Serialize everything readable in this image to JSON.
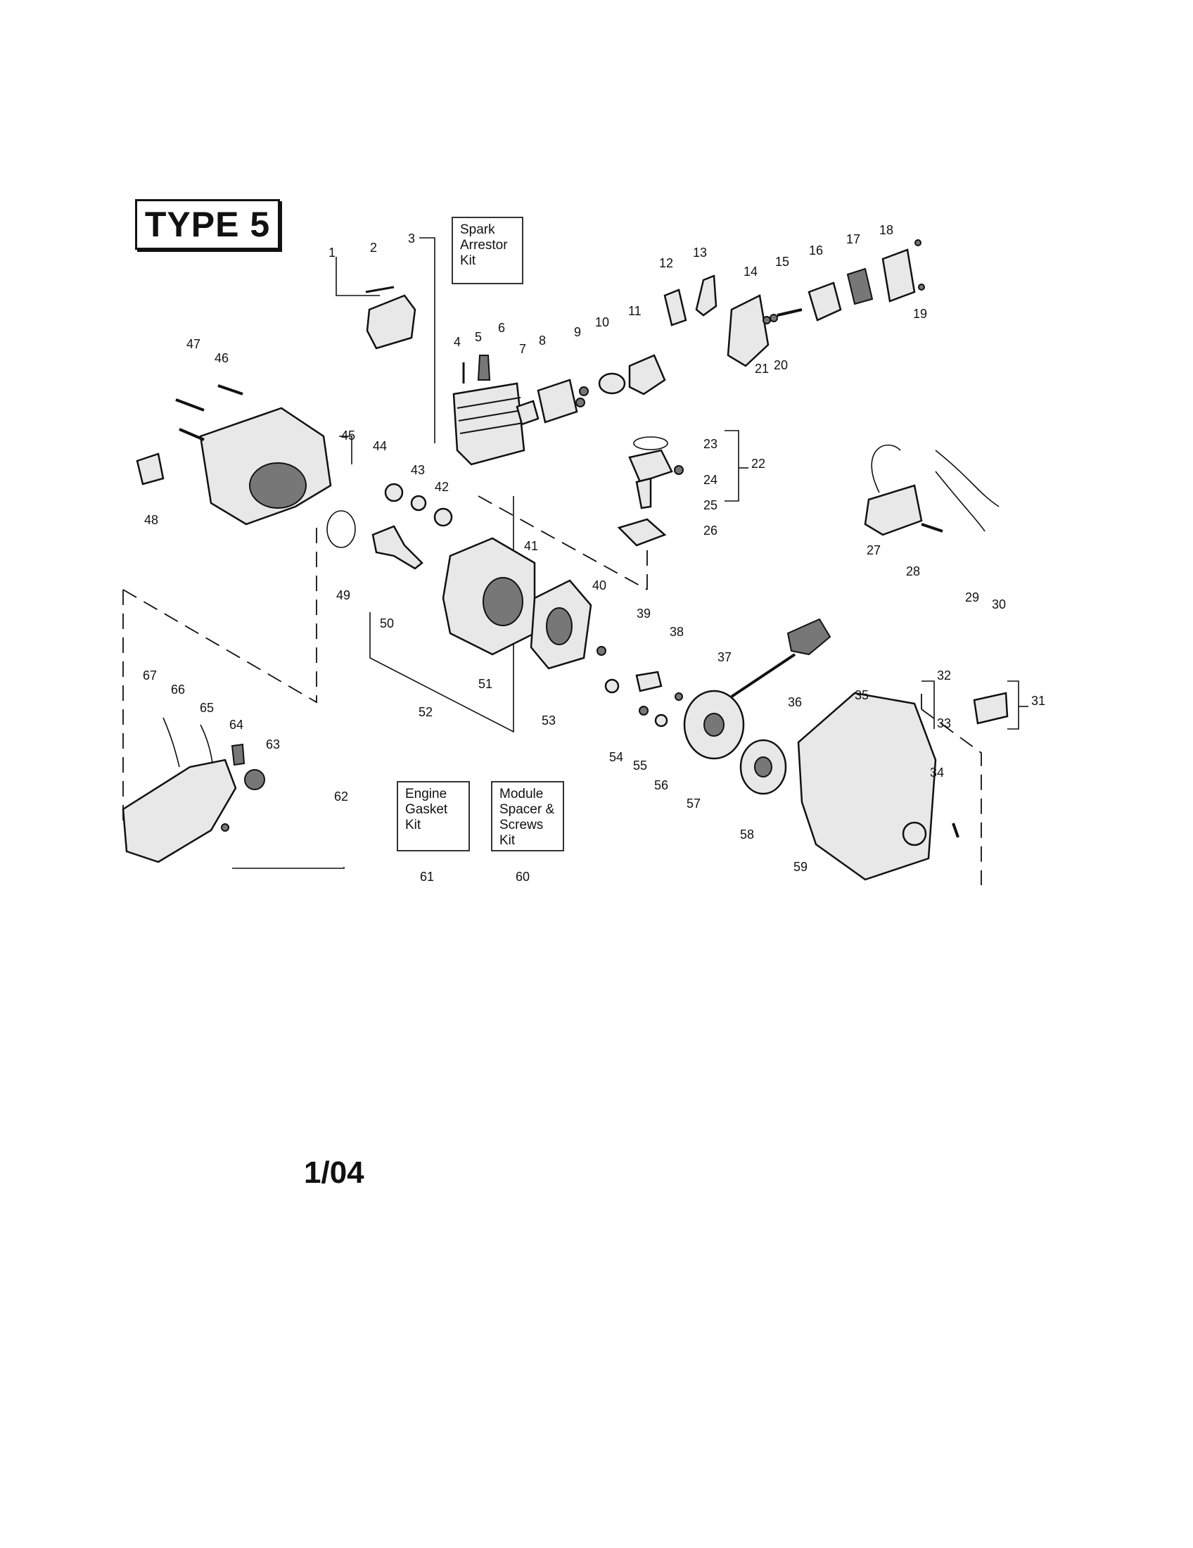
{
  "badge": {
    "label": "TYPE 5"
  },
  "kits": {
    "spark_arrestor": [
      "Spark",
      "Arrestor",
      "Kit"
    ],
    "engine_gasket": [
      "Engine",
      "Gasket",
      "Kit"
    ],
    "module_spacer": [
      "Module",
      "Spacer &",
      "Screws",
      "Kit"
    ]
  },
  "date": "1/04",
  "part_numbers": [
    "1",
    "2",
    "3",
    "4",
    "5",
    "6",
    "7",
    "8",
    "9",
    "10",
    "11",
    "12",
    "13",
    "14",
    "15",
    "16",
    "17",
    "18",
    "19",
    "20",
    "21",
    "22",
    "23",
    "24",
    "25",
    "26",
    "27",
    "28",
    "29",
    "30",
    "31",
    "32",
    "33",
    "34",
    "35",
    "36",
    "37",
    "38",
    "39",
    "40",
    "41",
    "42",
    "43",
    "44",
    "45",
    "46",
    "47",
    "48",
    "49",
    "50",
    "51",
    "52",
    "53",
    "54",
    "55",
    "56",
    "57",
    "58",
    "59",
    "60",
    "61",
    "62",
    "63",
    "64",
    "65",
    "66",
    "67"
  ]
}
